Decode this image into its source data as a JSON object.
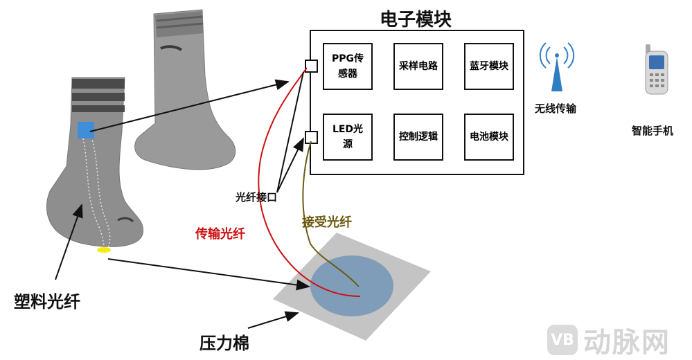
{
  "module_title": "电子模块",
  "modules": [
    {
      "label": "PPG传感器"
    },
    {
      "label": "采样电路"
    },
    {
      "label": "蓝牙模块"
    },
    {
      "label": "LED光源"
    },
    {
      "label": "控制逻辑"
    },
    {
      "label": "电池模块"
    }
  ],
  "labels": {
    "wireless": "无线传输",
    "smartphone": "智能手机",
    "fiber_interface": "光纤接口",
    "transmit_fiber": "传输光纤",
    "receive_fiber": "接受光纤",
    "plastic_fiber": "塑料光纤",
    "pressure_cotton": "压力棉"
  },
  "watermark": {
    "badge": "VB",
    "text": "动脉网"
  },
  "colors": {
    "transmit_fiber": "#cc1111",
    "receive_fiber": "#6b5a10",
    "pressure_pad": "#7f9db8",
    "pressure_sheet": "#c4c4c4",
    "sock": "#8e8e8e",
    "sock_stripe": "#4a4a4a",
    "sensor_patch": "#3f8fd8"
  }
}
